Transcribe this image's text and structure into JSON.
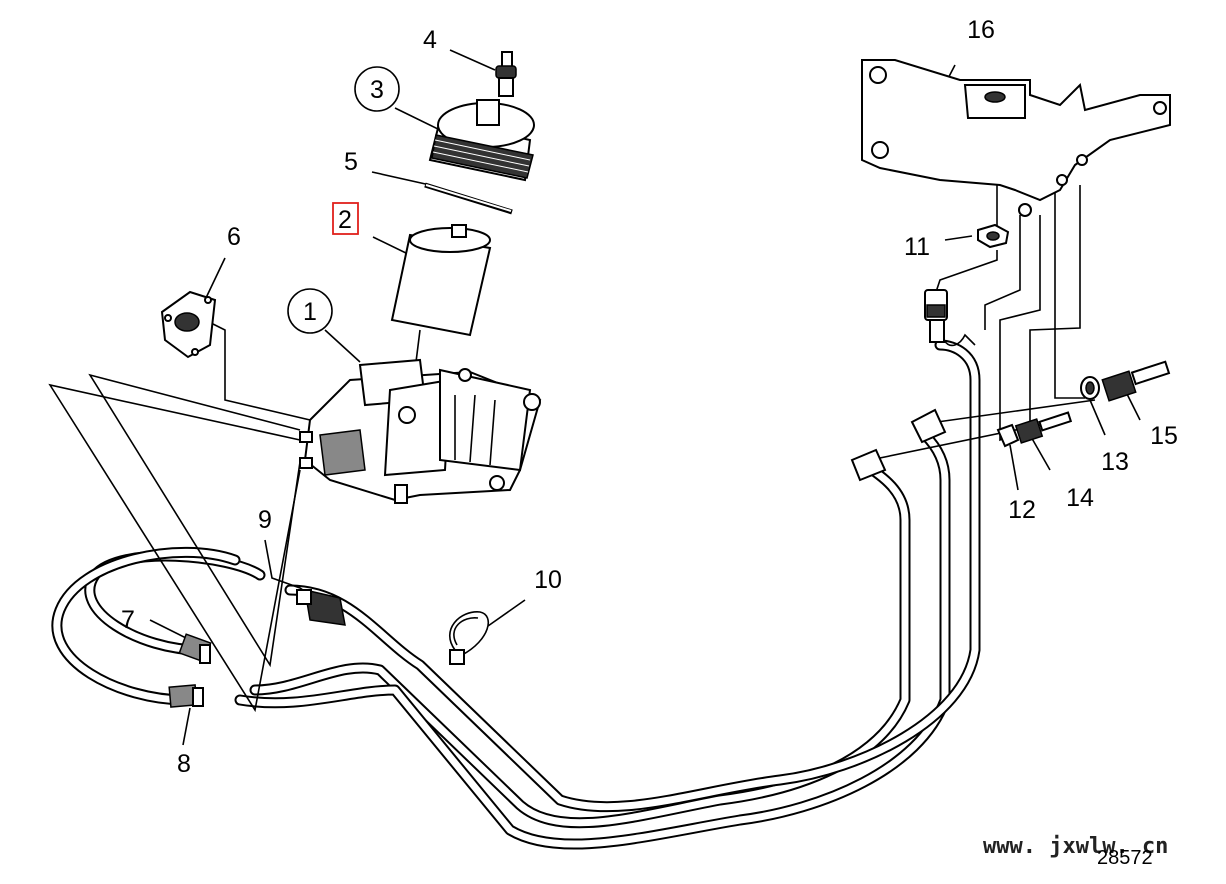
{
  "diagram": {
    "callouts": [
      {
        "id": "c1",
        "text": "1",
        "circled": true
      },
      {
        "id": "c2",
        "text": "2",
        "highlighted": true
      },
      {
        "id": "c3",
        "text": "3",
        "circled": true
      },
      {
        "id": "c4",
        "text": "4"
      },
      {
        "id": "c5",
        "text": "5"
      },
      {
        "id": "c6",
        "text": "6"
      },
      {
        "id": "c7",
        "text": "7"
      },
      {
        "id": "c8",
        "text": "8"
      },
      {
        "id": "c9",
        "text": "9"
      },
      {
        "id": "c10",
        "text": "10"
      },
      {
        "id": "c11",
        "text": "11"
      },
      {
        "id": "c12",
        "text": "12"
      },
      {
        "id": "c13",
        "text": "13"
      },
      {
        "id": "c14",
        "text": "14"
      },
      {
        "id": "c15",
        "text": "15"
      },
      {
        "id": "c16",
        "text": "16"
      }
    ],
    "highlight_color": "#e0201c",
    "watermark": "www. jxwlw. cn",
    "reference_number": "28572"
  }
}
